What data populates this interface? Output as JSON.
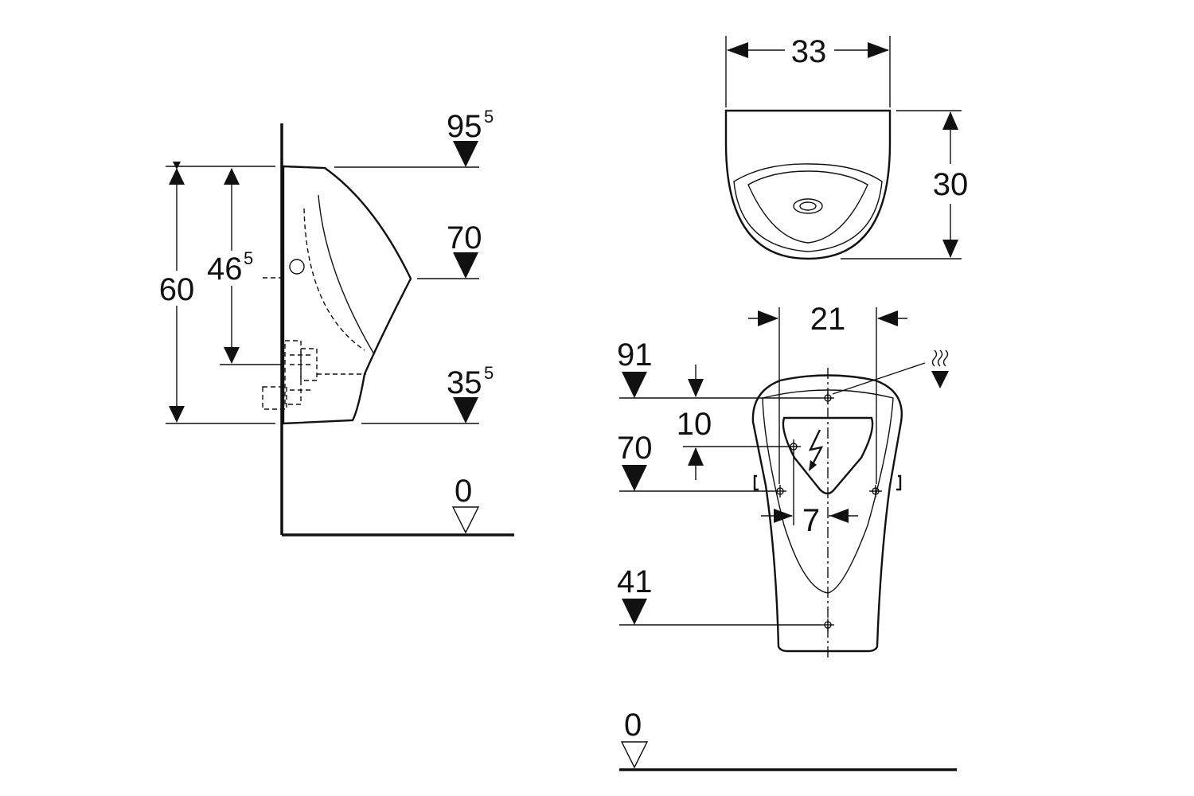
{
  "side_view": {
    "top_main": "95",
    "top_sup": "5",
    "mid": "70",
    "bottom_main": "35",
    "bottom_sup": "5",
    "height": "60",
    "inner_main": "46",
    "inner_sup": "5",
    "floor": "0"
  },
  "top_view": {
    "width": "33",
    "depth": "30"
  },
  "front_view": {
    "spacing": "21",
    "level_top": "91",
    "gap": "10",
    "level_mid": "70",
    "offset": "7",
    "level_low": "41",
    "floor": "0"
  }
}
